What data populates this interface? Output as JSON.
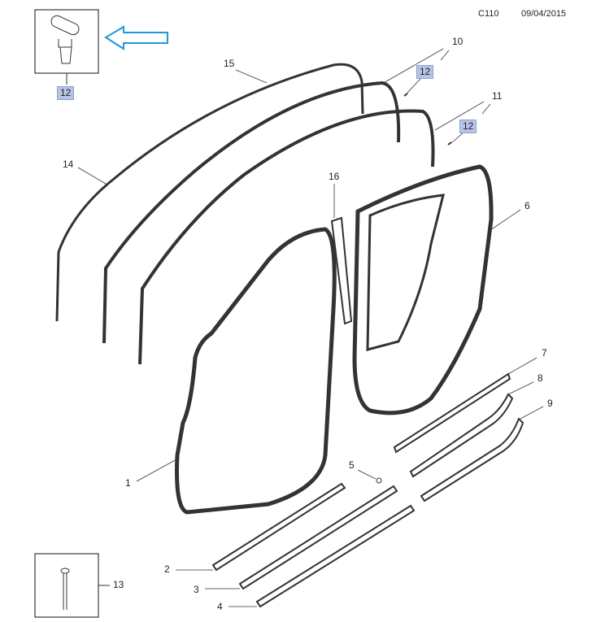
{
  "header": {
    "code": "C110",
    "date": "09/04/2015"
  },
  "callouts": {
    "p1": "1",
    "p2": "2",
    "p3": "3",
    "p4": "4",
    "p5": "5",
    "p6": "6",
    "p7": "7",
    "p8": "8",
    "p9": "9",
    "p10": "10",
    "p11": "11",
    "p13": "13",
    "p14": "14",
    "p15": "15",
    "p16": "16"
  },
  "references": {
    "inset": "12",
    "near10": "12",
    "near11": "12"
  },
  "colors": {
    "arrow": "#1a9ad6",
    "ref_bg": "#b8c4e6"
  }
}
